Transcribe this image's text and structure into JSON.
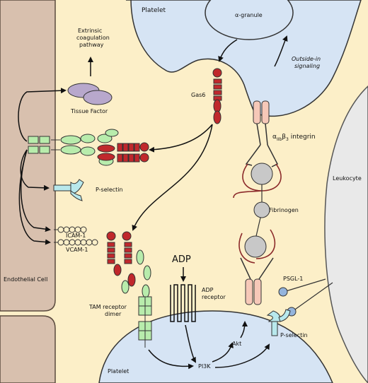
{
  "labels": {
    "platelet_top": "Platelet",
    "alpha_granule": "α-granule",
    "outside_in_line1": "Outside-in",
    "outside_in_line2": "signaling",
    "extrinsic_line1": "Extrinsic",
    "extrinsic_line2": "coagulation",
    "extrinsic_line3": "pathway",
    "tissue_factor": "Tissue Factor",
    "gas6": "Gas6",
    "integrin_prefix": "α",
    "integrin_sub1": "IIb",
    "integrin_beta": "β",
    "integrin_sub2": "3",
    "integrin_suffix": " integrin",
    "leukocyte": "Leukocyte",
    "p_selectin_endo": "P-selectin",
    "fibrinogen": "Fibrinogen",
    "icam1": "ICAM-1",
    "vcam1": "VCAM-1",
    "adp": "ADP",
    "adp_receptor_line1": "ADP",
    "adp_receptor_line2": "receptor",
    "psgl1": "PSGL-1",
    "tam_line1": "TAM receptor",
    "tam_line2": "dimer",
    "endothelial_cell": "Endothelial Cell",
    "p_selectin_platelet": "P-selectin",
    "akt": "Akt",
    "pi3k": "PI3K",
    "platelet_bottom": "Platelet"
  },
  "colors": {
    "background": "#fcefc8",
    "endothelial": "#d8c0ae",
    "platelet": "#d6e4f4",
    "leukocyte": "#e9e9e9",
    "gas6_red": "#c0282c",
    "receptor_green": "#b8ecac",
    "p_selectin_cyan": "#b8e8ec",
    "integrin_salmon": "#f6c8b8",
    "fibrinogen_grey": "#c8c8c8",
    "tissue_factor": "#b8a8cc",
    "psgl_blue": "#94b4dc"
  }
}
